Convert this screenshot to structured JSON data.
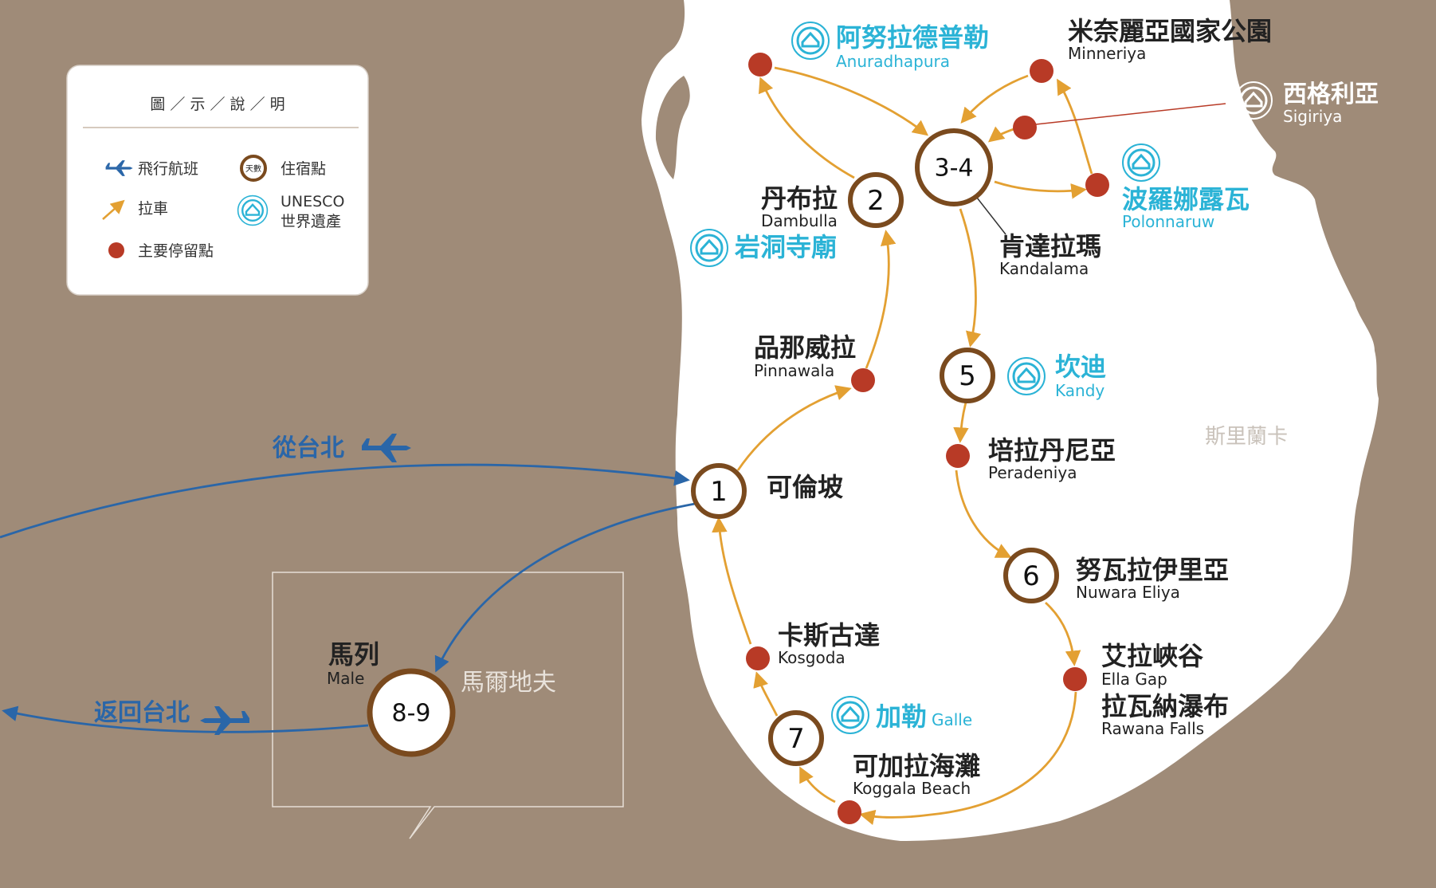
{
  "colors": {
    "background": "#9f8b78",
    "land": "#ffffff",
    "route_drive": "#e3a032",
    "route_flight": "#2a66a8",
    "stop_dot": "#b83a26",
    "lodging_ring": "#7a4a1e",
    "unesco": "#2bb3d6"
  },
  "legend": {
    "title": "圖 ／ 示 ／ 說 ／ 明",
    "flight": "飛行航班",
    "lodging": "住宿點",
    "lodging_badge": "天數",
    "drive": "拉車",
    "unesco_line1": "UNESCO",
    "unesco_line2": "世界遺產",
    "stop": "主要停留點"
  },
  "regions": {
    "sri_lanka": "斯里蘭卡",
    "maldives": "馬爾地夫"
  },
  "flights": {
    "from_taipei": "從台北",
    "return_taipei": "返回台北"
  },
  "lodging_points": [
    {
      "id": "1",
      "label": "1"
    },
    {
      "id": "2",
      "label": "2"
    },
    {
      "id": "3-4",
      "label": "3-4"
    },
    {
      "id": "5",
      "label": "5"
    },
    {
      "id": "6",
      "label": "6"
    },
    {
      "id": "7",
      "label": "7"
    },
    {
      "id": "8-9",
      "label": "8-9"
    }
  ],
  "places": {
    "colombo": {
      "zh": "可倫坡"
    },
    "pinnawala": {
      "zh": "品那威拉",
      "en": "Pinnawala"
    },
    "dambulla": {
      "zh": "丹布拉",
      "en": "Dambulla"
    },
    "cave_temple": {
      "zh": "岩洞寺廟"
    },
    "anuradhapura": {
      "zh": "阿努拉德普勒",
      "en": "Anuradhapura"
    },
    "minneriya": {
      "zh": "米奈麗亞國家公園",
      "en": "Minneriya"
    },
    "sigiriya": {
      "zh": "西格利亞",
      "en": "Sigiriya"
    },
    "polonnaruwa": {
      "zh": "波羅娜露瓦",
      "en": "Polonnaruw"
    },
    "kandalama": {
      "zh": "肯達拉瑪",
      "en": "Kandalama"
    },
    "kandy": {
      "zh": "坎迪",
      "en": "Kandy"
    },
    "peradeniya": {
      "zh": "培拉丹尼亞",
      "en": "Peradeniya"
    },
    "nuwara_eliya": {
      "zh": "努瓦拉伊里亞",
      "en": "Nuwara Eliya"
    },
    "ella_gap": {
      "zh": "艾拉峽谷",
      "en": "Ella Gap"
    },
    "rawana": {
      "zh": "拉瓦納瀑布",
      "en": "Rawana Falls"
    },
    "koggala": {
      "zh": "可加拉海灘",
      "en": "Koggala Beach"
    },
    "galle": {
      "zh": "加勒",
      "en": "Galle"
    },
    "kosgoda": {
      "zh": "卡斯古達",
      "en": "Kosgoda"
    },
    "male": {
      "zh": "馬列",
      "en": "Male"
    }
  }
}
